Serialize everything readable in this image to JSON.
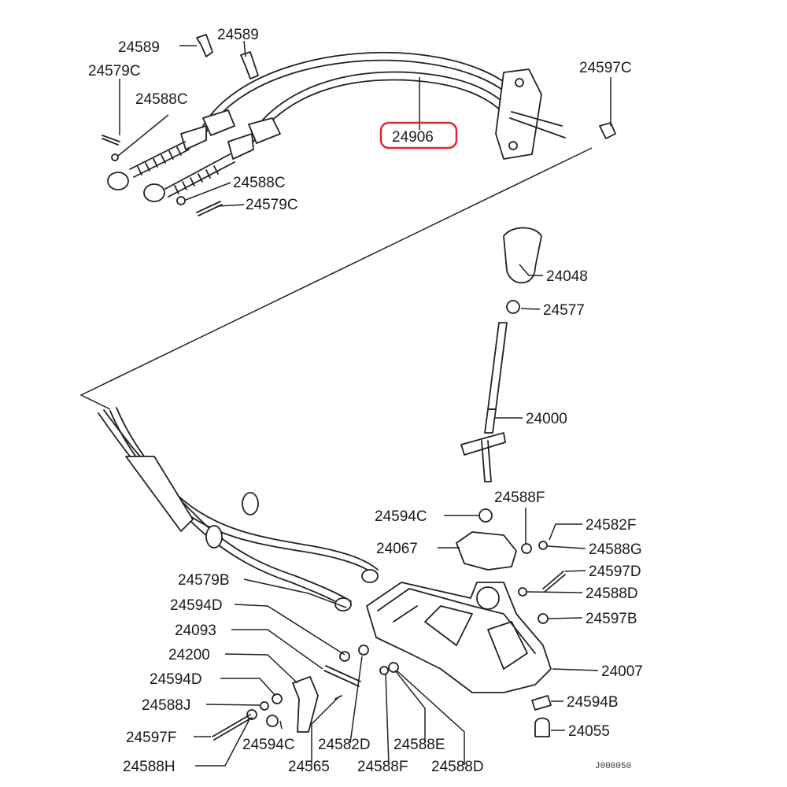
{
  "diagram": {
    "highlight_color": "#d62b2b",
    "highlighted_part": "24906",
    "drawing_code": "J000050",
    "labels": {
      "p24589a": "24589",
      "p24589b": "24589",
      "p24579c_top": "24579C",
      "p24588c_top": "24588C",
      "p24597c_top": "24597C",
      "p24588c_mid": "24588C",
      "p24579c_mid": "24579C",
      "p24048": "24048",
      "p24577": "24577",
      "p24000": "24000",
      "p24588f_top": "24588F",
      "p24594c_mid": "24594C",
      "p24582f": "24582F",
      "p24067": "24067",
      "p24588g": "24588G",
      "p24597d": "24597D",
      "p24579b": "24579B",
      "p24588d_right": "24588D",
      "p24594d_top": "24594D",
      "p24597b": "24597B",
      "p24093": "24093",
      "p24200": "24200",
      "p24007": "24007",
      "p24594d_bot": "24594D",
      "p24594b": "24594B",
      "p24588j": "24588J",
      "p24055": "24055",
      "p24597f": "24597F",
      "p24594c_bot": "24594C",
      "p24582d": "24582D",
      "p24588e": "24588E",
      "p24588h": "24588H",
      "p24565": "24565",
      "p24588f_bot": "24588F",
      "p24588d_bot": "24588D"
    }
  }
}
